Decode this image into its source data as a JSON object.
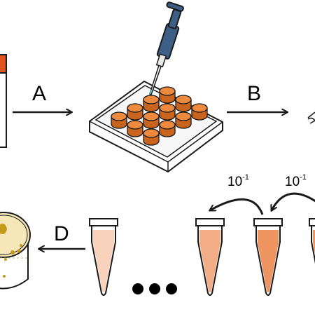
{
  "steps": {
    "a": "A",
    "b": "B",
    "d": "D"
  },
  "dilutions": {
    "left": {
      "base": "10",
      "exponent": "-1"
    },
    "right": {
      "base": "10",
      "exponent": "-1"
    }
  },
  "colors": {
    "outline": "#1a1a1a",
    "well_orange": "#ee8a3e",
    "well_dark": "#c9641e",
    "plate_fill": "#f7f7f7",
    "pipette_blue": "#3d5f86",
    "tube_dark": "#ee9460",
    "tube_medium": "#f2ad86",
    "tube_light": "#f8d2bb",
    "cap_orange": "#e0551f",
    "petri_agar": "#f6e7b8",
    "colony": "#c49a1a"
  },
  "icons": [
    "culture-bottle-icon",
    "well-plate-icon",
    "pipette-icon",
    "microtube-icon",
    "petri-dish-icon",
    "ellipsis-dots-icon",
    "curved-arrow-icon"
  ]
}
